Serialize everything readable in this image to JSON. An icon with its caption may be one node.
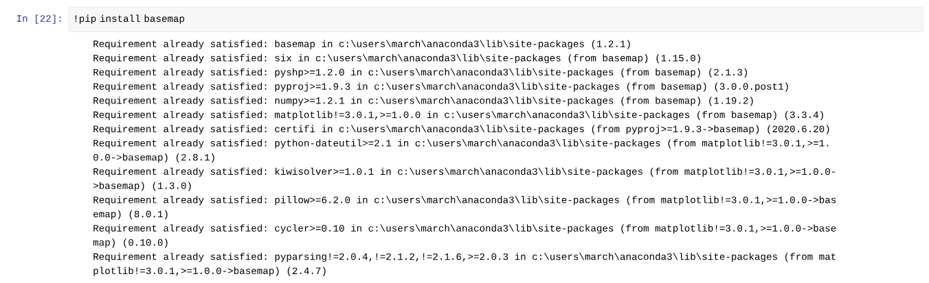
{
  "diagram": {
    "nodes": [
      {
        "text": [
          "!pip install basemap"
        ],
        "beside": [
          "In [22]:"
        ]
      }
    ],
    "labels": [
      "Requirement already satisfied: basemap in c:\\users\\march\\anaconda3\\lib\\site-packages (1.2.1)",
      "Requirement already satisfied: six in c:\\users\\march\\anaconda3\\lib\\site-packages (from basemap) (1.15.0)",
      "Requirement already satisfied: pyshp>=1.2.0 in c:\\users\\march\\anaconda3\\lib\\site-packages (from basemap) (2.1.3)",
      "Requirement already satisfied: pyproj>=1.9.3 in c:\\users\\march\\anaconda3\\lib\\site-packages (from basemap) (3.0.0.post1)",
      "Requirement already satisfied: numpy>=1.2.1 in c:\\users\\march\\anaconda3\\lib\\site-packages (from basemap) (1.19.2)",
      "Requirement already satisfied: matplotlib!=3.0.1,>=1.0.0 in c:\\users\\march\\anaconda3\\lib\\site-packages (from basemap) (3.3.4)",
      "Requirement already satisfied: certifi in c:\\users\\march\\anaconda3\\lib\\site-packages (from pyproj>=1.9.3->basemap) (2020.6.20)",
      "Requirement already satisfied: python-dateutil>=2.1 in c:\\users\\march\\anaconda3\\lib\\site-packages (from matplotlib!=3.0.1,>=1.",
      "0.0->basemap) (2.8.1)",
      "Requirement already satisfied: kiwisolver>=1.0.1 in c:\\users\\march\\anaconda3\\lib\\site-packages (from matplotlib!=3.0.1,>=1.0.0-",
      ">basemap) (1.3.0)",
      "Requirement already satisfied: pillow>=6.2.0 in c:\\users\\march\\anaconda3\\lib\\site-packages (from matplotlib!=3.0.1,>=1.0.0->bas",
      "emap) (8.0.1)",
      "Requirement already satisfied: cycler>=0.10 in c:\\users\\march\\anaconda3\\lib\\site-packages (from matplotlib!=3.0.1,>=1.0.0->base",
      "map) (0.10.0)",
      "Requirement already satisfied: pyparsing!=2.0.4,!=2.1.2,!=2.1.6,>=2.0.3 in c:\\users\\march\\anaconda3\\lib\\site-packages (from mat",
      "plotlib!=3.0.1,>=1.0.0->basemap) (2.4.7)"
    ]
  }
}
